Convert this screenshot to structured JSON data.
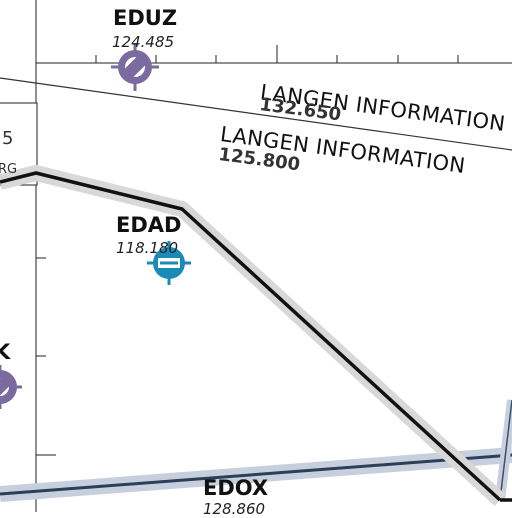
{
  "airports": [
    {
      "id": "eduz",
      "code": "EDUZ",
      "frequency": "124.485",
      "color": "#7a6aa0"
    },
    {
      "id": "edad",
      "code": "EDAD",
      "frequency": "118.180",
      "color": "#1a8ab8"
    },
    {
      "id": "edox",
      "code": "EDOX",
      "frequency": "128.860",
      "color": "#7a6aa0"
    },
    {
      "id": "left-airport",
      "code": "K",
      "frequency": "",
      "color": "#7a6aa0"
    }
  ],
  "fis_sectors": [
    {
      "id": "fis-upper",
      "name": "LANGEN INFORMATION",
      "frequency": "132.650"
    },
    {
      "id": "fis-lower",
      "name": "LANGEN INFORMATION",
      "frequency": "125.800"
    }
  ],
  "partial_box": {
    "line1": "5",
    "line2": "RG"
  },
  "colors": {
    "route": "#111111",
    "route_halo": "#d8d8d8",
    "airspace_border": "#2a3f5a",
    "airspace_halo": "#c8cfdc",
    "grid": "#222222"
  }
}
